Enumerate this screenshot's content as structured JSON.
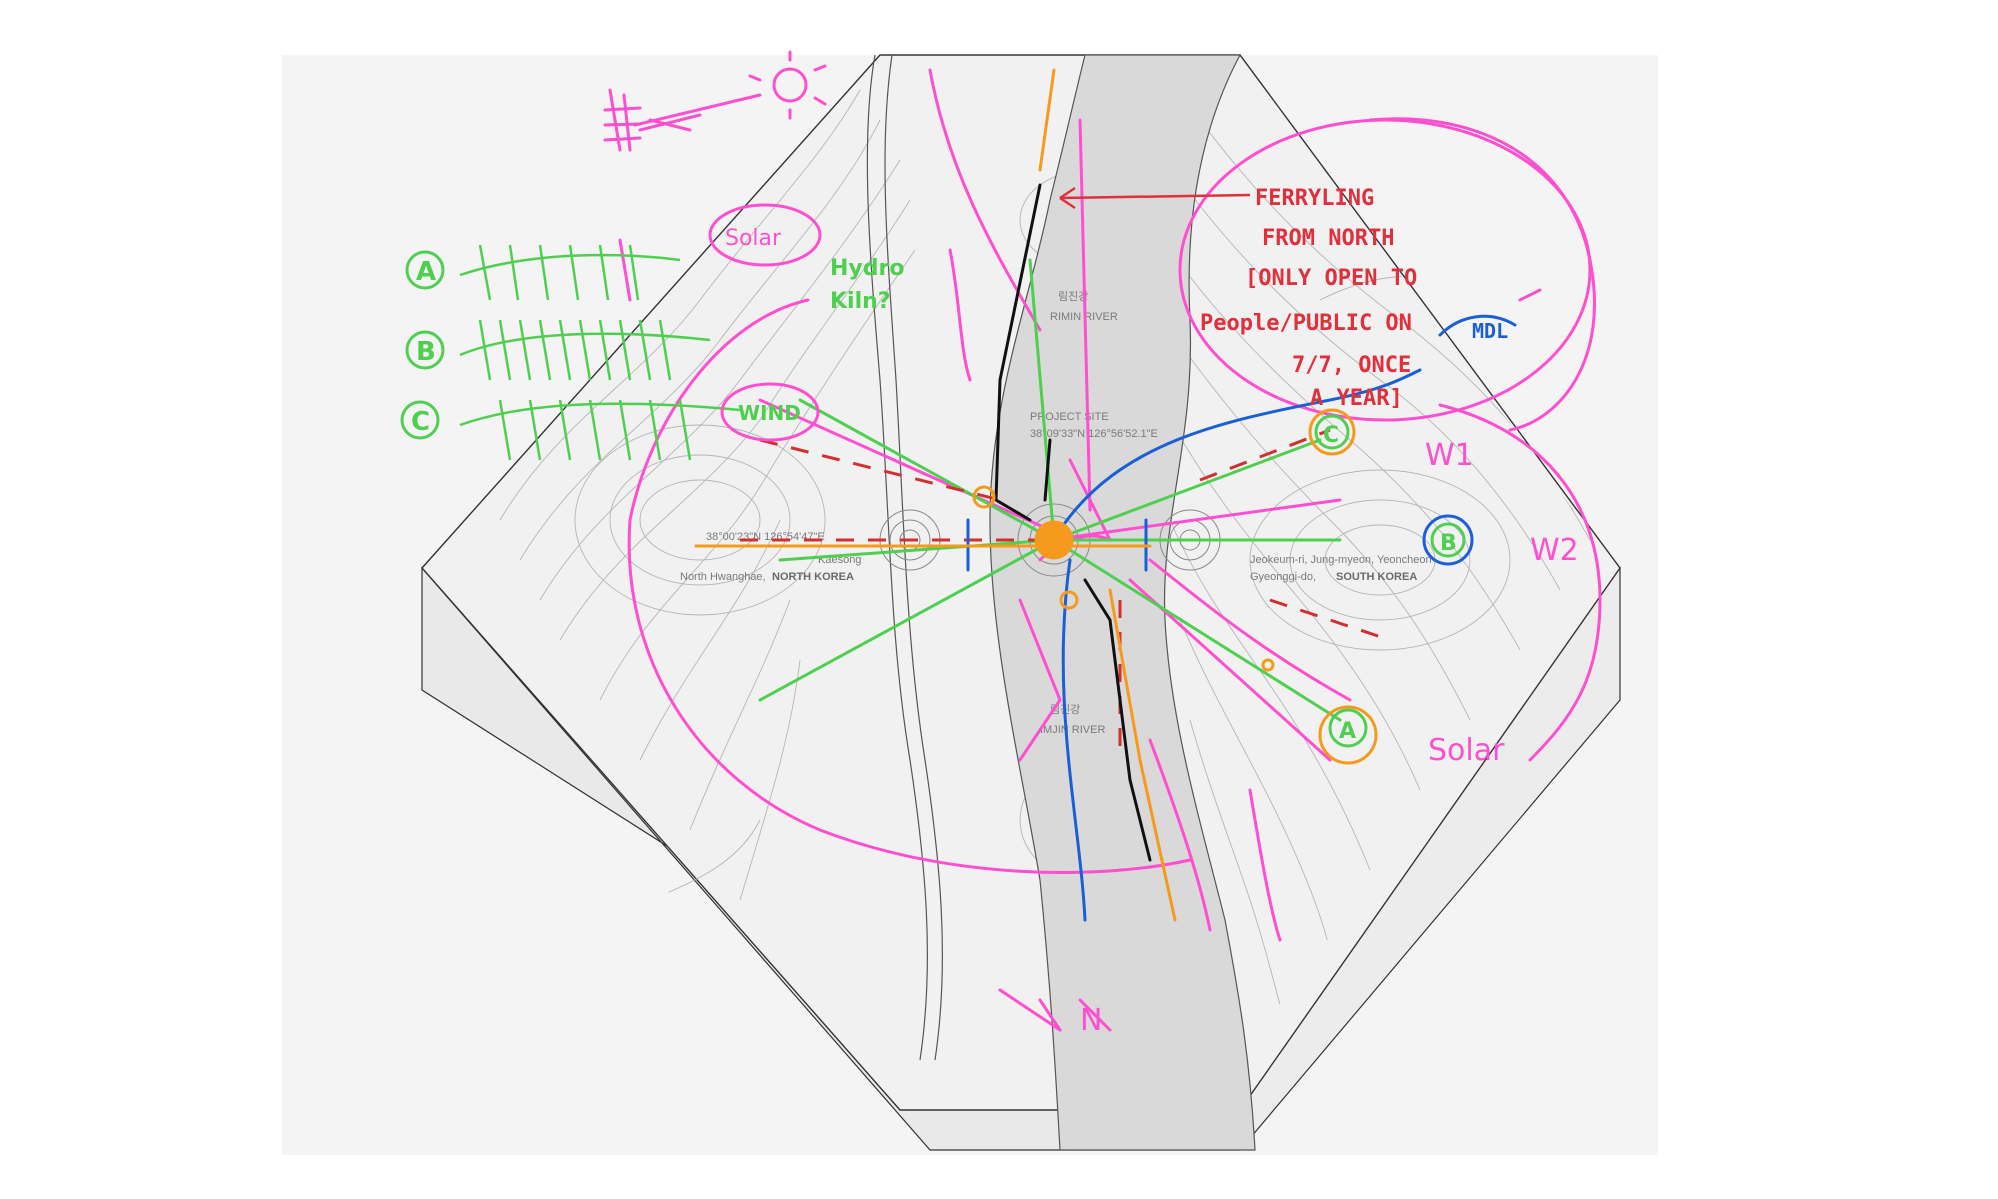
{
  "map": {
    "river_label_korean": "림진강",
    "river_label_top": "RIMIN RIVER",
    "river_label_bottom": "IMJIN RIVER",
    "project_site_label": "PROJECT SITE",
    "project_site_coords": "38°09'33\"N 126°56'52.1\"E",
    "left_coords": "38°00'23\"N 126°54'47\"E",
    "left_place_1": "Kaesong",
    "left_place_2": "North Hwanghae,",
    "left_country": "NORTH KOREA",
    "right_place_1": "Jeokeum-ri, Jung-myeon, Yeoncheon",
    "right_place_2": "Gyeonggi-do,",
    "right_country": "SOUTH KOREA"
  },
  "annotations": {
    "note_line_1": "FERRYLING",
    "note_line_2": "FROM NORTH",
    "note_line_3": "[ONLY OPEN TO",
    "note_line_4": "People/PUBLIC ON",
    "note_line_5": "7/7, ONCE",
    "note_line_6": "A YEAR]",
    "mdl": "MDL",
    "solar_top": "Solar",
    "hydro": "Hydro",
    "kiln": "Kiln?",
    "wind": "WIND",
    "w1": "W1",
    "w2": "W2",
    "solar_right": "Solar",
    "north_arrow": "N",
    "marker_a": "A",
    "marker_b": "B",
    "marker_c": "C"
  },
  "colors": {
    "magenta": "#ff4fd0",
    "green": "#4fcf4f",
    "red": "#e0303c",
    "blue": "#1a5fd6",
    "orange": "#f59a1c",
    "black": "#111111"
  }
}
